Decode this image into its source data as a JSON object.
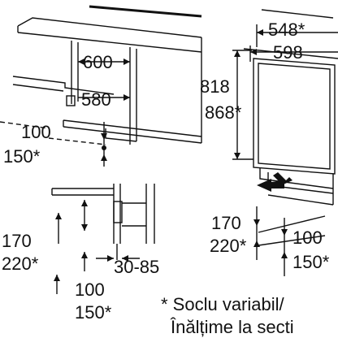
{
  "dimensions": {
    "width_548": "548*",
    "width_598": "598",
    "depth_600": "600",
    "depth_580": "580",
    "height_818": "818",
    "height_868": "868*",
    "plinth_100_a": "100",
    "plinth_150_a": "150*",
    "plinth_170_a": "170",
    "plinth_220_a": "220*",
    "range_30_85": "30-85",
    "plinth_100_b": "100",
    "plinth_150_b": "150*",
    "plinth_170_b": "170",
    "plinth_220_b": "220*",
    "plinth_100_c": "100",
    "plinth_150_c": "150*"
  },
  "footnote": {
    "line1": "* Soclu variabil/",
    "line2": "Înălțime la secti"
  }
}
